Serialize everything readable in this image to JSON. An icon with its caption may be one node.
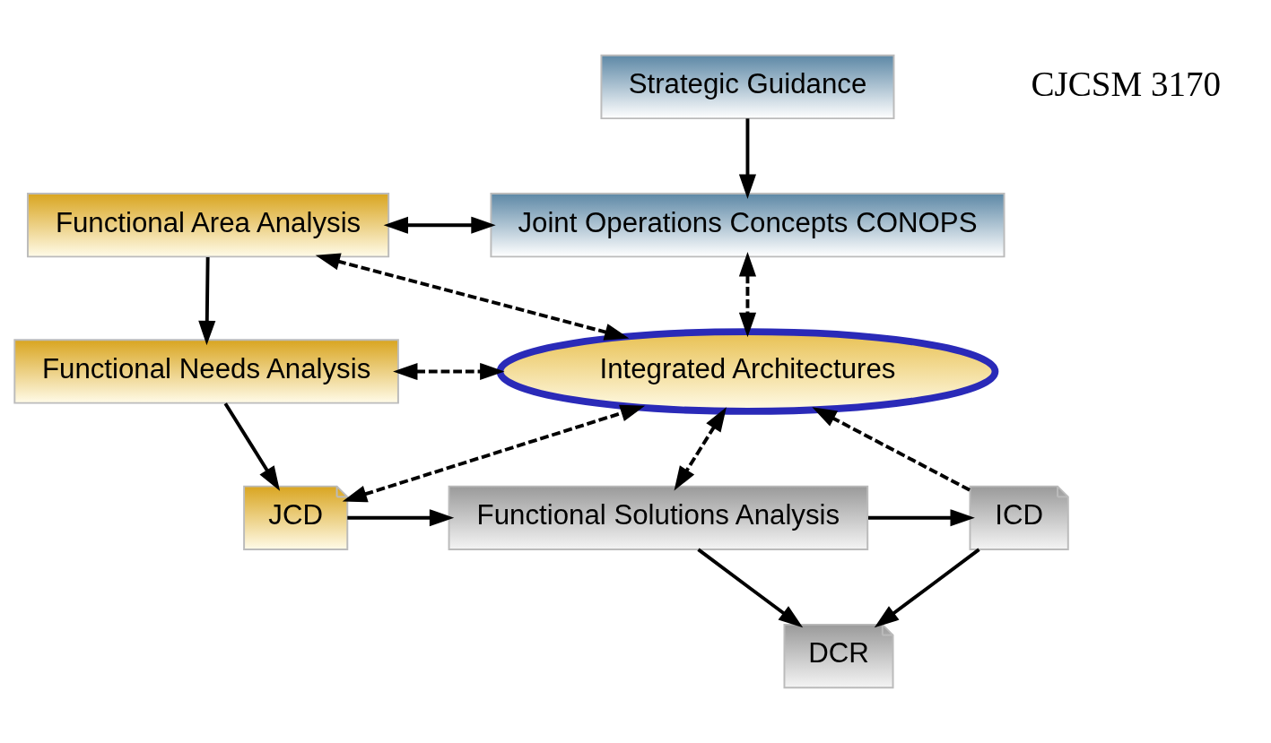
{
  "diagram": {
    "nodes": [
      {
        "text": [
          "Strategic Guidance"
        ]
      },
      {
        "text": [
          "Joint Operations Concepts CONOPS"
        ]
      },
      {
        "text": [
          "Functional Area Analysis"
        ]
      },
      {
        "text": [
          "Functional Needs Analysis"
        ]
      },
      {
        "text": [
          "Integrated Architectures"
        ]
      },
      {
        "text": [
          "JCD"
        ]
      },
      {
        "text": [
          "Functional Solutions Analysis"
        ]
      },
      {
        "text": [
          "ICD"
        ]
      },
      {
        "text": [
          "DCR"
        ]
      }
    ],
    "edges": [
      {
        "from": 0,
        "to": 1,
        "arrow": "to"
      },
      {
        "from": 2,
        "to": 1,
        "arrow": "both"
      },
      {
        "from": 1,
        "to": 4,
        "arrow": "both",
        "style": "dashed"
      },
      {
        "from": 2,
        "to": 4,
        "arrow": "both",
        "style": "dashed"
      },
      {
        "from": 3,
        "to": 4,
        "arrow": "both",
        "style": "dashed"
      },
      {
        "from": 5,
        "to": 4,
        "arrow": "both",
        "style": "dashed"
      },
      {
        "from": 2,
        "to": 3,
        "arrow": "to"
      },
      {
        "from": 3,
        "to": 5,
        "arrow": "to"
      },
      {
        "from": 5,
        "to": 6,
        "arrow": "to"
      },
      {
        "from": 4,
        "to": 6,
        "arrow": "both",
        "style": "dashed"
      },
      {
        "from": 6,
        "to": 7,
        "arrow": "to"
      },
      {
        "from": 6,
        "to": 8,
        "arrow": "to"
      },
      {
        "from": 7,
        "to": 4,
        "arrow": "to",
        "style": "dashed"
      },
      {
        "from": 7,
        "to": 8,
        "arrow": "to"
      }
    ],
    "labels": [
      "CJCSM 3170"
    ]
  }
}
